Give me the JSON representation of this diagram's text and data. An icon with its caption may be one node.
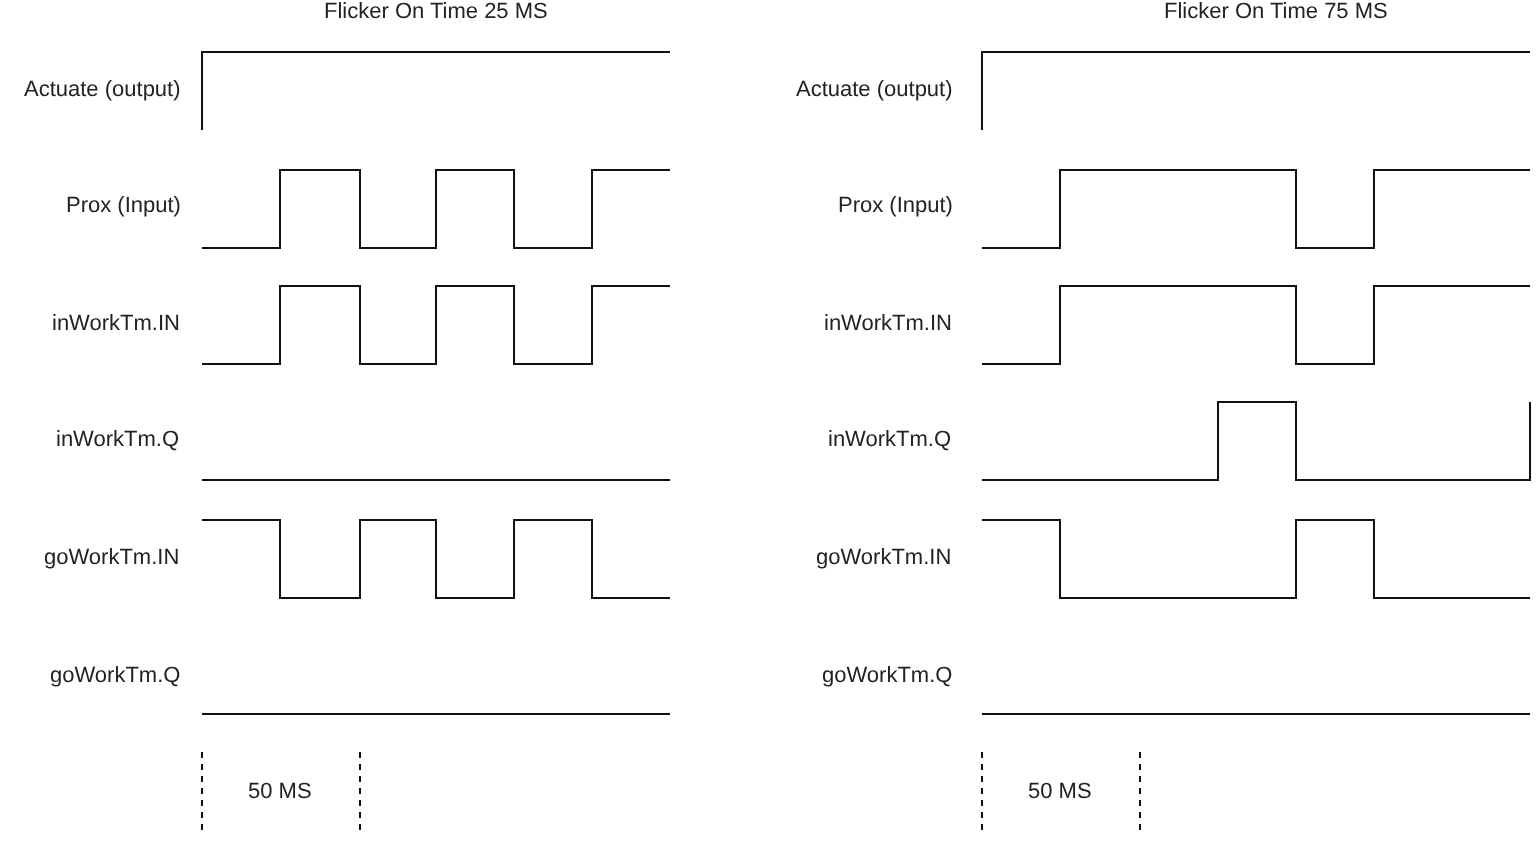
{
  "diagram": {
    "labels": [
      "Flicker On Time 25 MS",
      "Flicker On Time 75 MS",
      "Actuate (output)",
      "Actuate (output)",
      "Prox (Input)",
      "Prox (Input)",
      "inWorkTm.IN",
      "inWorkTm.IN",
      "inWorkTm.Q",
      "inWorkTm.Q",
      "goWorkTm.IN",
      "goWorkTm.IN",
      "goWorkTm.Q",
      "goWorkTm.Q",
      "50 MS",
      "50 MS"
    ]
  }
}
